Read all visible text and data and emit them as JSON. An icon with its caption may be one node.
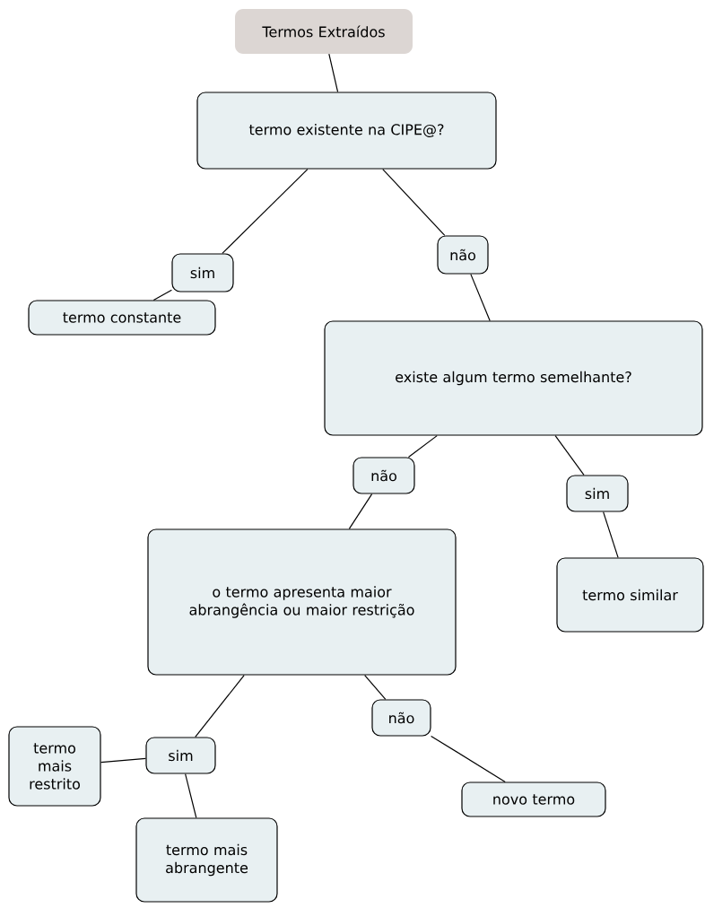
{
  "diagram": {
    "nodes": [
      {
        "text": [
          "Termos Extraídos"
        ]
      },
      {
        "text": [
          "termo existente na CIPE@?"
        ]
      },
      {
        "text": [
          "sim"
        ]
      },
      {
        "text": [
          "termo constante"
        ]
      },
      {
        "text": [
          "não"
        ]
      },
      {
        "text": [
          "existe algum termo semelhante?"
        ]
      },
      {
        "text": [
          "não"
        ]
      },
      {
        "text": [
          "sim"
        ]
      },
      {
        "text": [
          "o termo apresenta maior abrangência ou maior restrição"
        ]
      },
      {
        "text": [
          "termo similar"
        ]
      },
      {
        "text": [
          "sim"
        ]
      },
      {
        "text": [
          "termo mais restrito"
        ]
      },
      {
        "text": [
          "termo mais abrangente"
        ]
      },
      {
        "text": [
          "não"
        ]
      },
      {
        "text": [
          "novo termo"
        ]
      }
    ],
    "edges": [
      {
        "from": 0,
        "to": 1,
        "arrow": "none"
      },
      {
        "from": 1,
        "to": 2,
        "arrow": "none"
      },
      {
        "from": 2,
        "to": 3,
        "arrow": "none"
      },
      {
        "from": 1,
        "to": 4,
        "arrow": "none"
      },
      {
        "from": 4,
        "to": 5,
        "arrow": "none"
      },
      {
        "from": 5,
        "to": 6,
        "arrow": "none"
      },
      {
        "from": 6,
        "to": 8,
        "arrow": "none"
      },
      {
        "from": 5,
        "to": 7,
        "arrow": "none"
      },
      {
        "from": 7,
        "to": 9,
        "arrow": "none"
      },
      {
        "from": 8,
        "to": 10,
        "arrow": "none"
      },
      {
        "from": 10,
        "to": 11,
        "arrow": "none"
      },
      {
        "from": 10,
        "to": 12,
        "arrow": "none"
      },
      {
        "from": 8,
        "to": 13,
        "arrow": "none"
      },
      {
        "from": 13,
        "to": 14,
        "arrow": "none"
      }
    ]
  }
}
